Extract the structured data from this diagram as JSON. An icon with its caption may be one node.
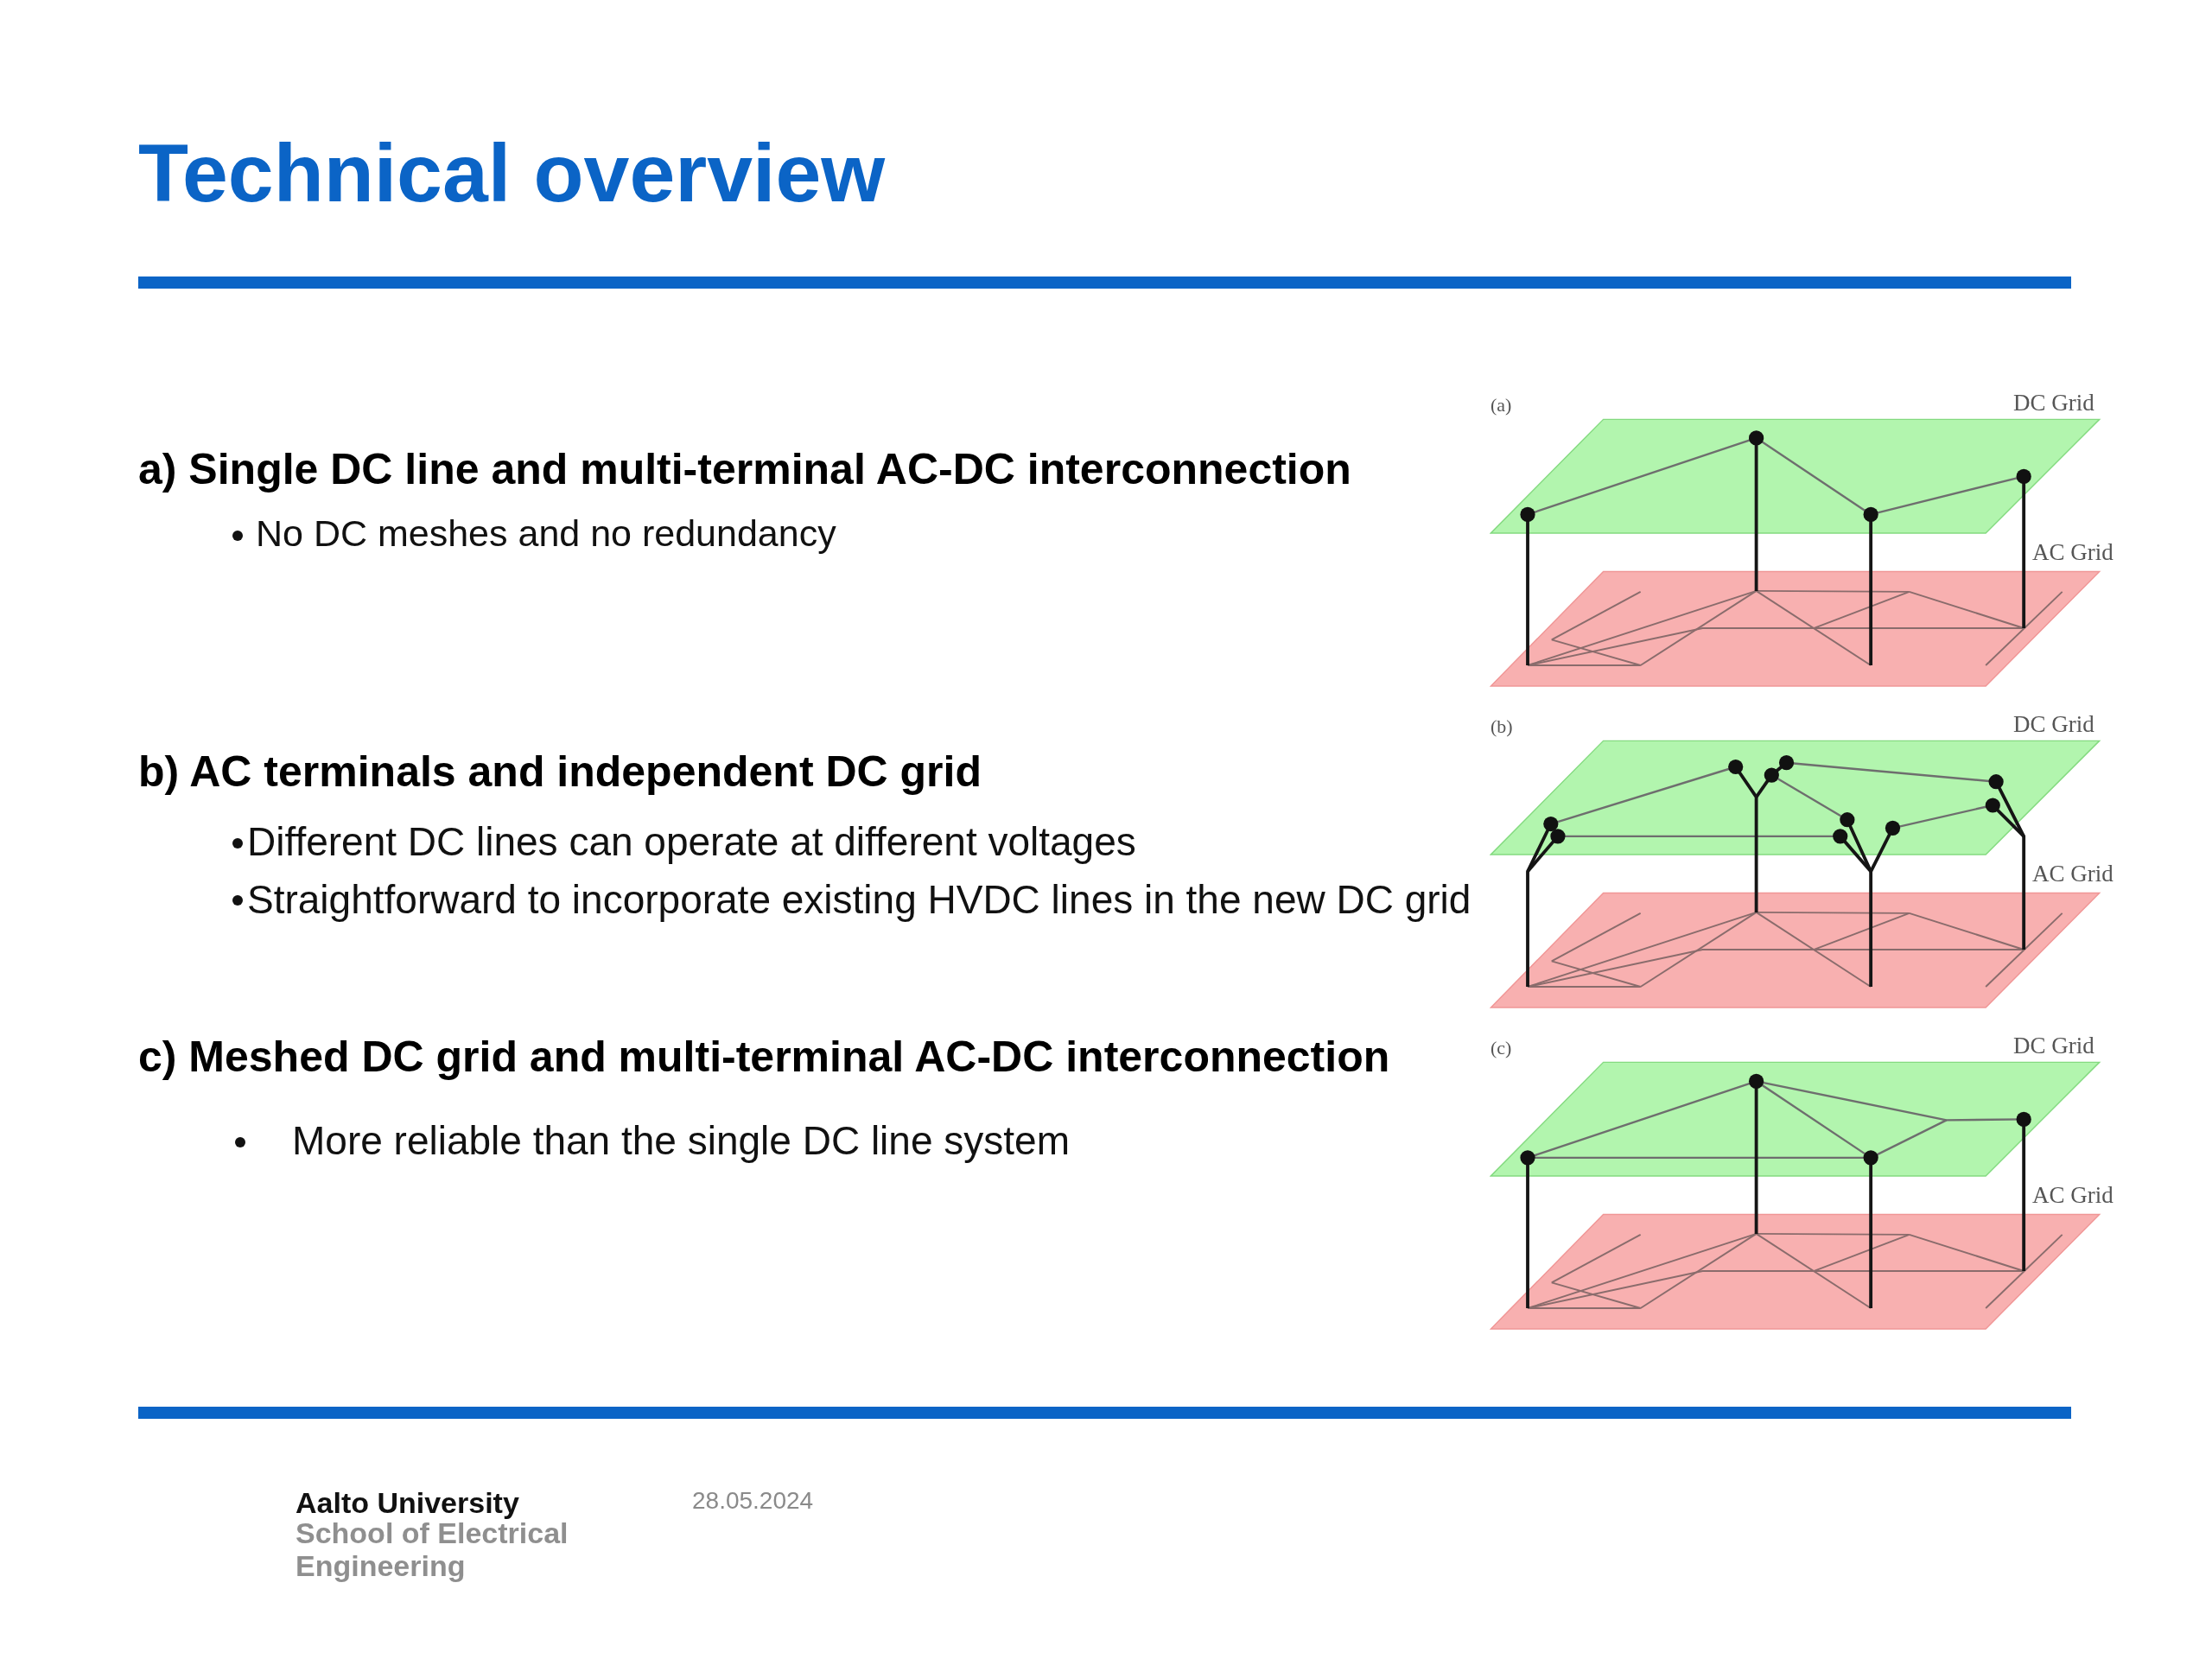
{
  "diagram": {
    "title": "Technical overview",
    "nodes": [
      {
        "text": [],
        "shape": "bar"
      },
      {
        "text": [],
        "shape": "bar"
      }
    ],
    "labels": [
      "a) Single DC line and multi-terminal AC-DC interconnection",
      "No DC meshes and no redundancy",
      "(a)",
      "DC Grid",
      "AC Grid",
      "b) AC terminals and independent DC grid",
      "Different DC lines can operate at different voltages",
      "Straightforward to incorporate existing HVDC lines in the new DC grid",
      "(b)",
      "DC Grid",
      "AC Grid",
      "c) Meshed DC grid and multi-terminal AC-DC interconnection",
      "More reliable than the single DC line system",
      "(c)",
      "DC Grid",
      "AC Grid",
      "Aalto University",
      "School of Electrical Engineering",
      "28.05.2024"
    ]
  }
}
